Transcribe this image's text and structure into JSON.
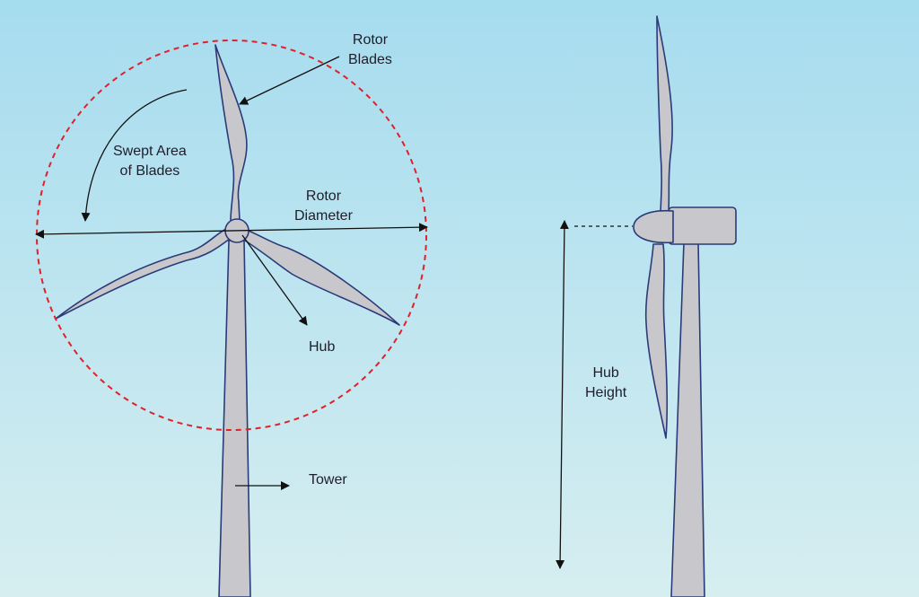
{
  "colors": {
    "sky_top": "#a6dcef",
    "sky_bottom": "#d6eef0",
    "turbine_fill": "#c8c8cc",
    "turbine_outline": "#2b3a78",
    "swept_circle": "#e0202a",
    "arrow": "#111111"
  },
  "labels": {
    "rotor_blades": {
      "line1": "Rotor",
      "line2": "Blades"
    },
    "swept_area": {
      "line1": "Swept Area",
      "line2": "of Blades"
    },
    "rotor_diameter": {
      "line1": "Rotor",
      "line2": "Diameter"
    },
    "hub": "Hub",
    "tower": "Tower",
    "hub_height": {
      "line1": "Hub",
      "line2": "Height"
    }
  }
}
